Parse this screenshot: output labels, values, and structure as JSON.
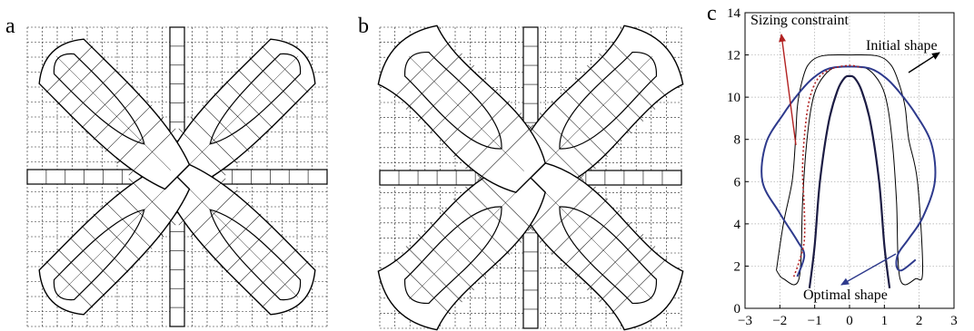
{
  "panels": [
    {
      "label": "a"
    },
    {
      "label": "b"
    },
    {
      "label": "c"
    }
  ],
  "chart_data": {
    "type": "line",
    "title": "",
    "xlabel": "",
    "ylabel": "",
    "xlim": [
      -3,
      3
    ],
    "ylim": [
      0,
      14
    ],
    "xticks": [
      "−3",
      "−2",
      "−1",
      "0",
      "1",
      "2",
      "3"
    ],
    "yticks": [
      "0",
      "2",
      "4",
      "6",
      "8",
      "10",
      "12",
      "14"
    ],
    "grid": true,
    "annotations": [
      {
        "text": "Sizing constraint"
      },
      {
        "text": "Initial shape"
      },
      {
        "text": "Optimal shape"
      }
    ],
    "series": [
      {
        "color": "#000000",
        "x": [
          -2.1,
          -1.9,
          -1.65,
          -1.55,
          -1.5,
          -1.4,
          -1.2,
          -0.8,
          0,
          0.8,
          1.2,
          1.45,
          1.6,
          1.7,
          1.95,
          2.1,
          1.9,
          1.45,
          1.35,
          1.25,
          1.1,
          0.9,
          0.5,
          0,
          -0.5,
          -0.9,
          -1.1,
          -1.25,
          -1.35,
          -1.45,
          -1.9,
          -2.1
        ],
        "y": [
          1.8,
          4.0,
          6.0,
          8.0,
          9.5,
          10.5,
          11.5,
          11.95,
          12.0,
          11.95,
          11.5,
          10.5,
          9.5,
          8.0,
          6.0,
          1.8,
          1.4,
          1.4,
          5.0,
          7.5,
          9.5,
          10.6,
          11.35,
          11.45,
          11.35,
          10.6,
          9.5,
          7.5,
          5.0,
          1.4,
          1.4,
          1.8
        ]
      },
      {
        "color": "#2e3a8c",
        "x": [
          -1.5,
          -1.3,
          -1.5,
          -2.0,
          -2.5,
          -2.4,
          -1.9,
          -1.45,
          -1.05,
          -0.6,
          0,
          0.6,
          1.05,
          1.45,
          1.9,
          2.35,
          2.45,
          2.1,
          1.7,
          1.4,
          1.35,
          1.5,
          1.9
        ],
        "y": [
          1.5,
          2.5,
          3.2,
          4.5,
          6.0,
          7.8,
          9.2,
          10.2,
          10.9,
          11.35,
          11.45,
          11.35,
          10.9,
          10.2,
          9.2,
          7.8,
          6.0,
          4.3,
          3.3,
          2.6,
          2.0,
          1.8,
          2.3
        ]
      },
      {
        "color": "#1c1c44",
        "x": [
          -1.15,
          -1.0,
          -0.85,
          -0.6,
          -0.35,
          -0.15,
          0,
          0.15,
          0.35,
          0.6,
          0.85,
          1.0,
          1.15
        ],
        "y": [
          0.95,
          3.0,
          6.0,
          8.8,
          10.3,
          10.9,
          11.0,
          10.9,
          10.3,
          8.8,
          6.0,
          3.0,
          0.95
        ]
      },
      {
        "color": "#b22222",
        "dashed": true,
        "x": [
          -1.6,
          -1.45,
          -1.3,
          -1.3,
          -1.35,
          -1.28,
          -1.15,
          -0.9,
          -0.5,
          0,
          0.35
        ],
        "y": [
          1.5,
          2.2,
          3.2,
          4.8,
          6.6,
          8.4,
          9.9,
          10.9,
          11.35,
          11.5,
          11.4
        ]
      }
    ]
  }
}
